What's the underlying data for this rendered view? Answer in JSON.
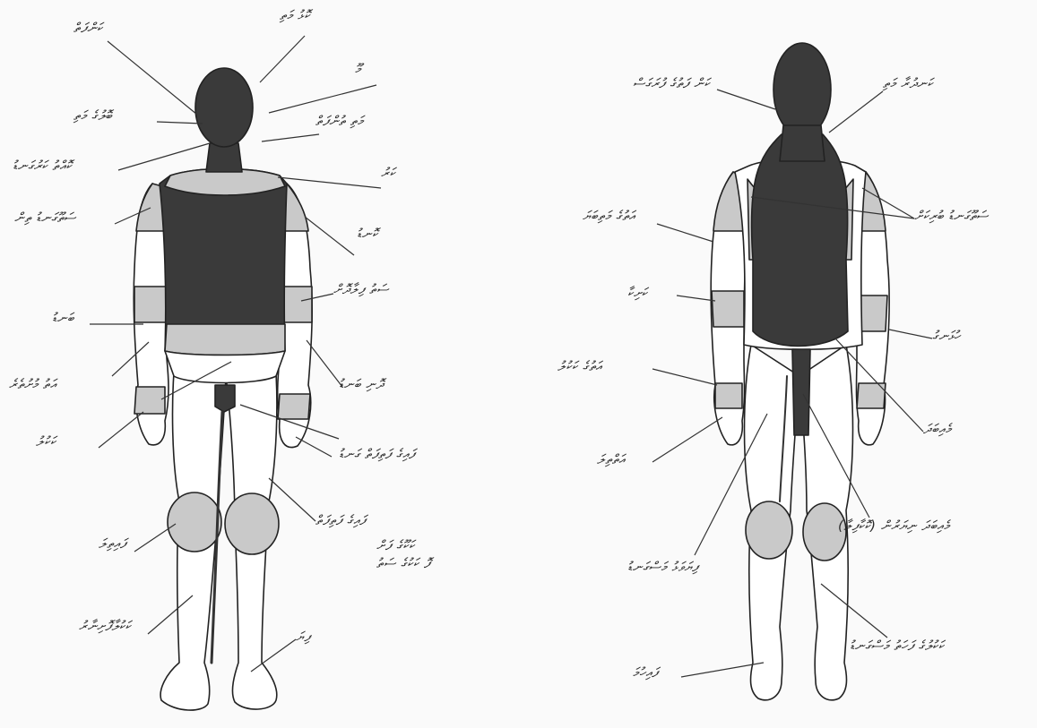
{
  "figure": {
    "colors": {
      "background": "#fafafa",
      "outline": "#222222",
      "skin": "#ffffff",
      "dark_region": "#3a3a3a",
      "light_region": "#c9c9c9",
      "leader_line": "#333333"
    },
    "front_labels": [
      {
        "id": "f1",
        "text": "ކަންފަތް"
      },
      {
        "id": "f2",
        "text": "ބޮލުގެ މަތި"
      },
      {
        "id": "f3",
        "text": "މޫ"
      },
      {
        "id": "f4",
        "text": "ކޮޅު މަތި"
      },
      {
        "id": "f5",
        "text": "މަތި ތުންފަތް"
      },
      {
        "id": "f6",
        "text": "ކޮއްތު ކަރުގަނޑު"
      },
      {
        "id": "f7",
        "text": "ކަރު"
      },
      {
        "id": "f8",
        "text": "ސަތޫގަނޑު ތިން"
      },
      {
        "id": "f9",
        "text": "ކޮނޑު"
      },
      {
        "id": "f10",
        "text": "ސަތު ފިލާދޮށް"
      },
      {
        "id": "f11",
        "text": "ބަނޑު"
      },
      {
        "id": "f12",
        "text": "އަތު މުށުތެރެ"
      },
      {
        "id": "f13",
        "text": "ދޮނި ބަނޑު"
      },
      {
        "id": "f14",
        "text": "ކަކުލު"
      },
      {
        "id": "f15",
        "text": "ކަކޫގެ ފަށް"
      },
      {
        "id": "f16",
        "text": "ފައިގެ ފަތިފަތް"
      },
      {
        "id": "f17",
        "text": "ފައިތިލަ"
      },
      {
        "id": "f18",
        "text": "ފިޔަ"
      },
      {
        "id": "f19",
        "text": "ފޮ ކަކުގެ ސަތު"
      },
      {
        "id": "f20",
        "text": "ކަކުލާފޮށިނާރު"
      },
      {
        "id": "f21",
        "text": "ފައިގެ ފަތިފަތް ގަނޑު"
      }
    ],
    "back_labels": [
      {
        "id": "b1",
        "text": "ކަން ފަތުގެ ފުރަގަސް"
      },
      {
        "id": "b2",
        "text": "ކަނދުރާ މަތި"
      },
      {
        "id": "b3",
        "text": "އަތުގެ މަތިބަޔަ"
      },
      {
        "id": "b4",
        "text": "ސަތޫގަނޑު ބުރިކަށް"
      },
      {
        "id": "b5",
        "text": "ކަށިކާ"
      },
      {
        "id": "b6",
        "text": "ހުޅަނގު"
      },
      {
        "id": "b7",
        "text": "އަތުގެ ކަކުލު"
      },
      {
        "id": "b8",
        "text": "މެއިބަދަ"
      },
      {
        "id": "b9",
        "text": "އަތްތިލަ"
      },
      {
        "id": "b10",
        "text": "މެއިބަދަ ނިޔަރުން (ކޮކާފިލާ)"
      },
      {
        "id": "b11",
        "text": "ފިޔަވަޅު މަސްގަނޑު"
      },
      {
        "id": "b12",
        "text": "ކަކުލުގެ ފަހަތު މަސްގަނޑު"
      },
      {
        "id": "b13",
        "text": "ފައިހުމަ"
      }
    ]
  }
}
